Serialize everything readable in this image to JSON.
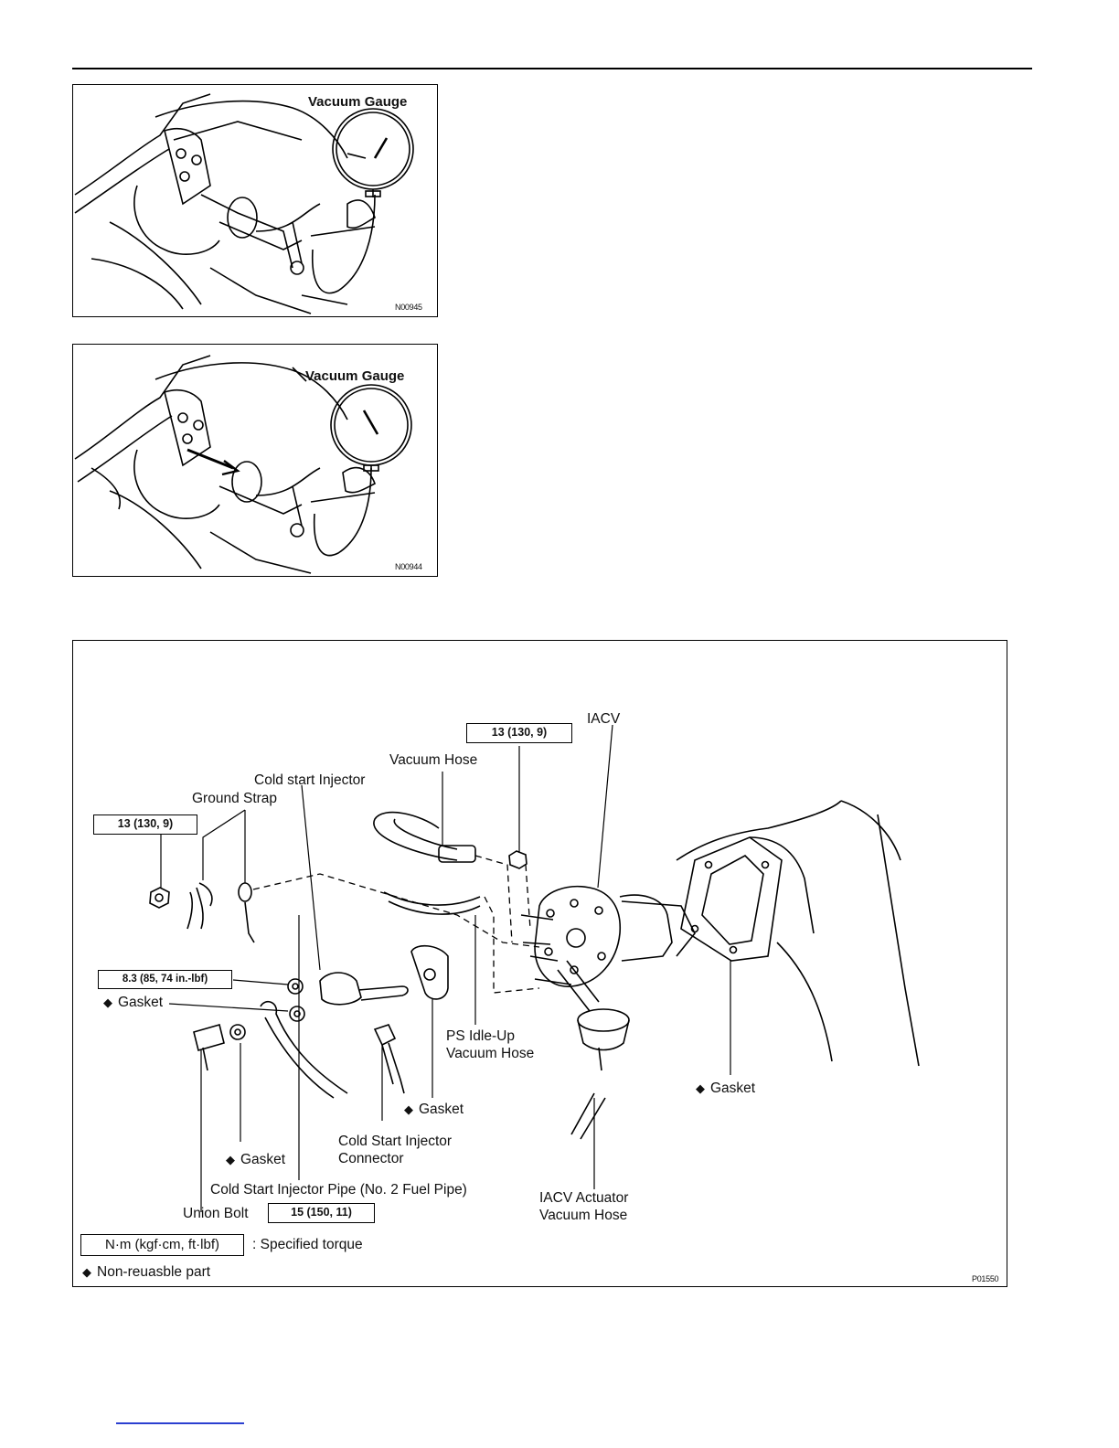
{
  "figure1": {
    "label": "Vacuum Gauge",
    "code": "N00945"
  },
  "figure2": {
    "label": "Vacuum Gauge",
    "code": "N00944"
  },
  "figure3": {
    "code": "P01550",
    "labels": {
      "iacv": "IACV",
      "vacuum_hose": "Vacuum Hose",
      "cold_start_injector": "Cold start Injector",
      "ground_strap": "Ground Strap",
      "ps_idle_up_line1": "PS Idle-Up",
      "ps_idle_up_line2": "Vacuum Hose",
      "gasket_left": "Gasket",
      "gasket_mid": "Gasket",
      "gasket_low": "Gasket",
      "gasket_right": "Gasket",
      "csi_connector_line1": "Cold Start Injector",
      "csi_connector_line2": "Connector",
      "csi_pipe": "Cold Start Injector Pipe (No. 2 Fuel Pipe)",
      "union_bolt": "Union Bolt",
      "iacv_actuator_line1": "IACV Actuator",
      "iacv_actuator_line2": "Vacuum Hose"
    },
    "torques": {
      "top": "13 (130, 9)",
      "left": "13 (130, 9)",
      "injector": "8.3 (85, 74 in.-lbf)",
      "union_bolt": "15 (150, 11)"
    },
    "legend": {
      "torque_box": "N·m (kgf·cm, ft·lbf)",
      "torque_desc": ":  Specified torque",
      "nonreusable": "Non-reuasble part"
    }
  }
}
